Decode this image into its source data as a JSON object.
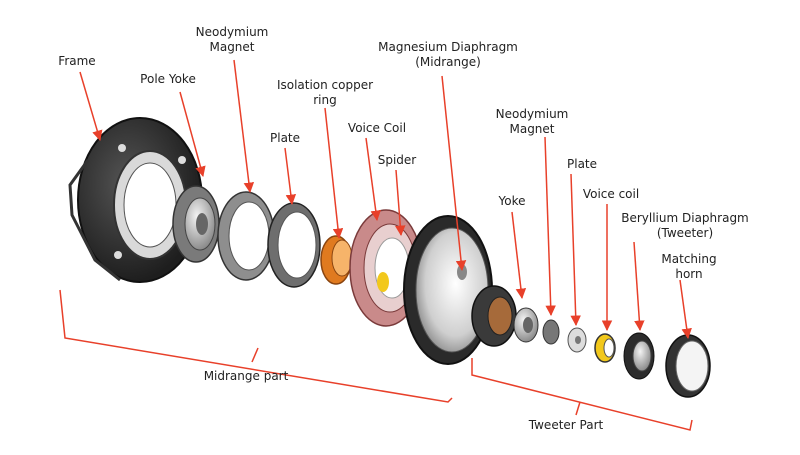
{
  "labels": {
    "frame": "Frame",
    "pole_yoke": "Pole Yoke",
    "neo_mid_1": "Neodymium",
    "neo_mid_2": "Magnet",
    "plate_mid": "Plate",
    "iso_ring_1": "Isolation copper",
    "iso_ring_2": "ring",
    "voice_coil_mid": "Voice Coil",
    "spider": "Spider",
    "mg_diaphragm_1": "Magnesium Diaphragm",
    "mg_diaphragm_2": "(Midrange)",
    "neo_tw_1": "Neodymium",
    "neo_tw_2": "Magnet",
    "yoke": "Yoke",
    "plate_tw": "Plate",
    "voice_coil_tw": "Voice coil",
    "be_diaphragm_1": "Beryllium  Diaphragm",
    "be_diaphragm_2": "(Tweeter)",
    "horn_1": "Matching",
    "horn_2": "horn",
    "midrange_part": "Midrange part",
    "tweeter_part": "Tweeter Part"
  },
  "colors": {
    "arrow": "#e8402a",
    "dark_metal": "#2a2a2a",
    "steel": "#9a9a9a",
    "light_steel": "#d8d8d8",
    "copper": "#e07a1f",
    "gold": "#f2c81c",
    "spider_red": "#c98a8a"
  }
}
